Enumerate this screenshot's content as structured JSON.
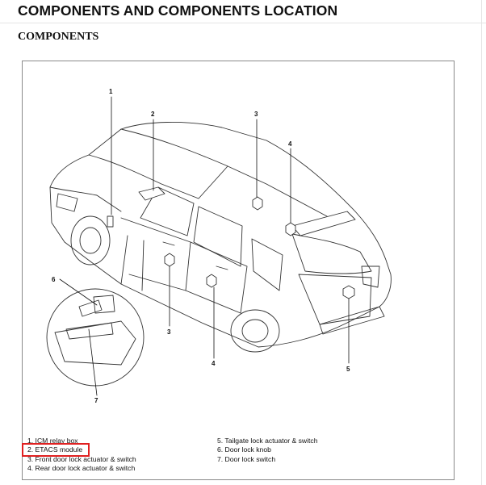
{
  "page_title": "COMPONENTS AND COMPONENTS LOCATION",
  "section_title": "COMPONENTS",
  "figure": {
    "callouts": [
      "1",
      "2",
      "3",
      "4",
      "6",
      "3",
      "4",
      "5",
      "7"
    ]
  },
  "legend": {
    "left": [
      "1. ICM relay box",
      "2. ETACS module",
      "3. Front door lock actuator & switch",
      "4. Rear door lock actuator & switch"
    ],
    "right": [
      "5. Tailgate lock actuator & switch",
      "6. Door lock knob",
      "7. Door lock switch"
    ]
  },
  "highlight": {
    "item": "2. ETACS module",
    "color": "#e02020"
  }
}
